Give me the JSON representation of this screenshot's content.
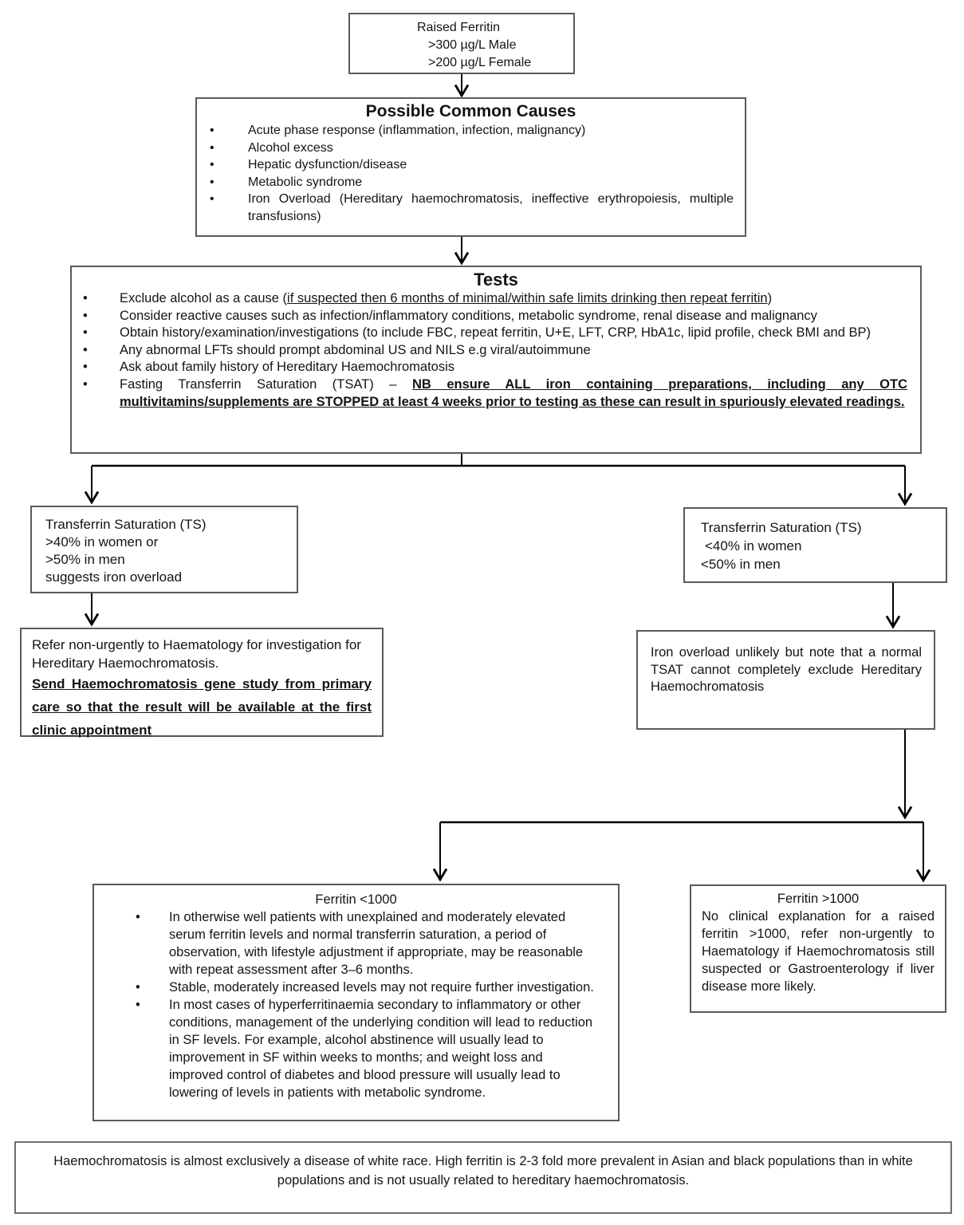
{
  "colors": {
    "text": "#141414",
    "box_border": "#5a5a5a",
    "arrow": "#000000"
  },
  "boxes": {
    "raised_ferritin": {
      "line1": "Raised Ferritin",
      "line2": ">300 µg/L Male",
      "line3": ">200 µg/L Female"
    },
    "causes": {
      "title": "Possible Common Causes",
      "items": [
        {
          "text": "Acute phase response (inflammation, infection, malignancy)"
        },
        {
          "text": "Alcohol excess"
        },
        {
          "text": "Hepatic dysfunction/disease"
        },
        {
          "text": "Metabolic syndrome"
        },
        {
          "text": "Iron Overload (Hereditary haemochromatosis, ineffective erythropoiesis, multiple transfusions)"
        }
      ]
    },
    "tests": {
      "title": "Tests",
      "items": [
        {
          "pre": "Exclude alcohol as a cause (",
          "u": "if suspected then 6 months of minimal/within safe limits drinking then repeat ferritin",
          "post": ")"
        },
        {
          "text": "Consider reactive causes such as infection/inflammatory conditions, metabolic syndrome, renal disease and malignancy"
        },
        {
          "text": "Obtain history/examination/investigations (to include FBC, repeat ferritin, U+E, LFT, CRP, HbA1c, lipid profile, check BMI and BP)"
        },
        {
          "text": "Any abnormal LFTs should prompt abdominal US and NILS e.g viral/autoimmune"
        },
        {
          "text": "Ask about family history of Hereditary Haemochromatosis"
        },
        {
          "pre": "Fasting Transferrin Saturation (TSAT) – ",
          "bu": "NB ensure ALL iron containing preparations, including any OTC multivitamins/supplements are STOPPED at least 4 weeks prior to testing as these can result in spuriously elevated readings."
        }
      ]
    },
    "ts_high": {
      "line1": "Transferrin Saturation (TS)",
      "line2": ">40% in women or",
      "line3": ">50% in men",
      "line4": "suggests iron overload"
    },
    "ts_low": {
      "line1": "Transferrin Saturation (TS)",
      "line2": "<40% in women",
      "line3": "<50% in men"
    },
    "refer": {
      "text1": "Refer non-urgently to Haematology for investigation for Hereditary Haemochromatosis.",
      "text2": "Send Haemochromatosis gene study from primary care so that the result will be available at the first clinic appointment"
    },
    "iron_unlikely": {
      "text": "Iron overload unlikely but note that a normal TSAT cannot completely exclude Hereditary Haemochromatosis"
    },
    "ferritin_low": {
      "title": "Ferritin <1000",
      "items": [
        {
          "text": "In otherwise well patients with unexplained and moderately elevated serum ferritin levels and normal transferrin saturation, a period of observation, with lifestyle adjustment if appropriate, may be reasonable with repeat assessment after 3–6 months."
        },
        {
          "text": "Stable, moderately increased levels may not require further investigation."
        },
        {
          "text": "In most cases of hyperferritinaemia secondary to inflammatory or other conditions, management of the underlying condition will lead to reduction in SF levels. For example, alcohol abstinence will usually lead to improvement in SF within weeks to months; and weight loss and improved control of diabetes and blood pressure will usually lead to lowering of levels in patients with metabolic syndrome."
        }
      ]
    },
    "ferritin_high": {
      "title": "Ferritin >1000",
      "text": "No clinical explanation for a raised ferritin >1000, refer non-urgently to Haematology if Haemochromatosis still suspected or Gastroenterology if liver disease more likely."
    },
    "note": {
      "text": "Haemochromatosis is almost exclusively a disease of white race. High ferritin is 2-3 fold more prevalent in Asian and black populations than in white populations and is not usually related to hereditary haemochromatosis."
    }
  }
}
